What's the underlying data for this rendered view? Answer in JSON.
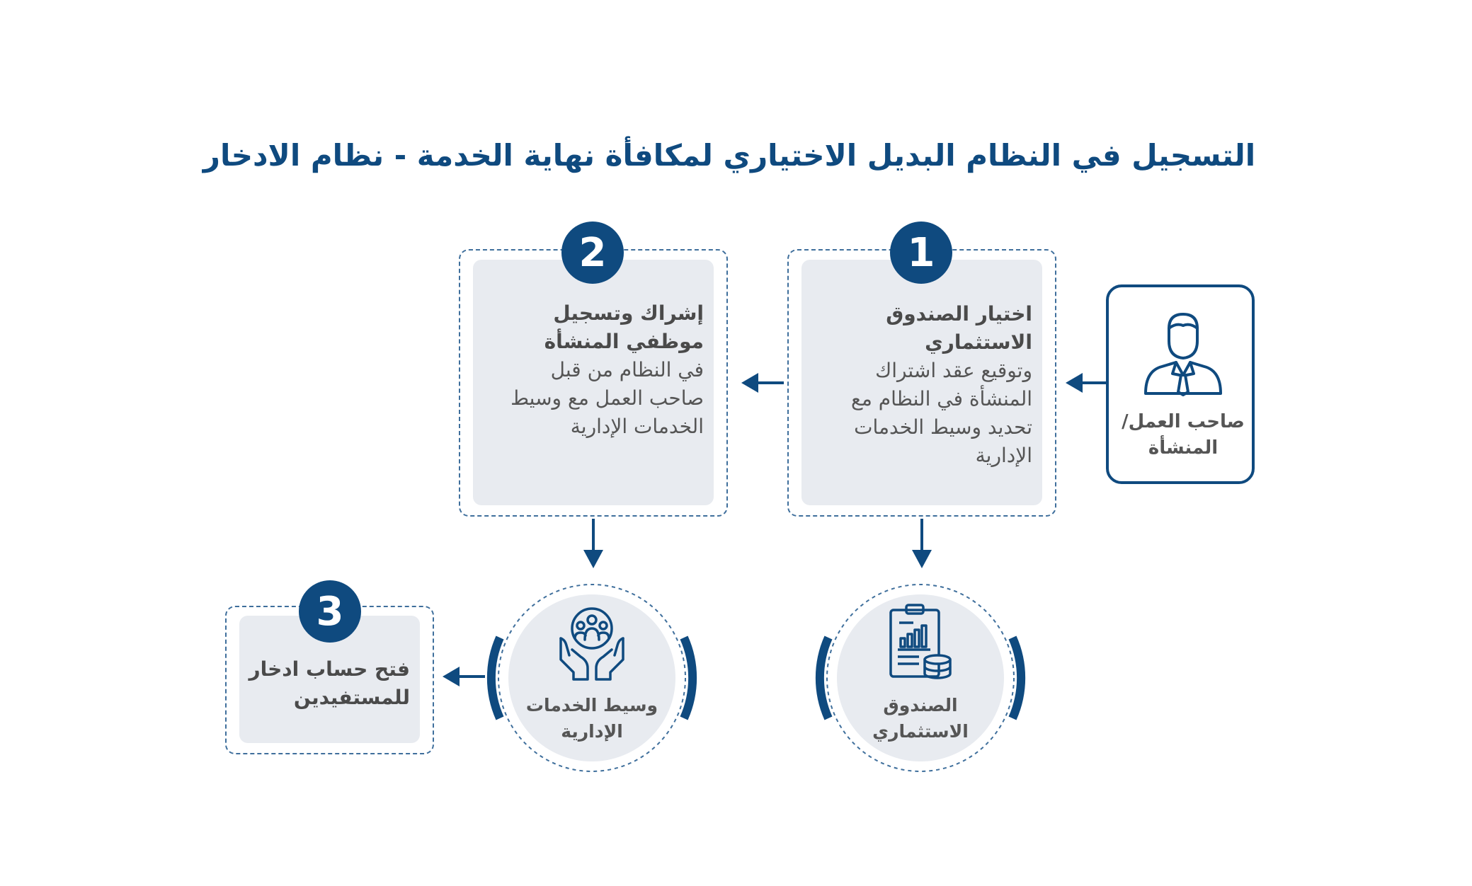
{
  "title": "التسجيل في النظام البديل الاختياري لمكافأة نهاية الخدمة  - نظام الادخار",
  "employer": {
    "label_line1": "صاحب العمل/",
    "label_line2": "المنشأة",
    "icon": "businessman-icon"
  },
  "steps": [
    {
      "number": "1",
      "heading_line1": "اختيار  الصندوق",
      "heading_line2": "الاستثماري",
      "body_line1": "وتوقيع عقد اشتراك",
      "body_line2": "المنشأة في النظام مع",
      "body_line3": "تحديد وسيط الخدمات",
      "body_line4": "الإدارية"
    },
    {
      "number": "2",
      "heading_line1": "إشراك وتسجيل",
      "heading_line2": "موظفي المنشأة",
      "body_line1": "في النظام من قبل",
      "body_line2": "صاحب العمل مع وسيط",
      "body_line3": "الخدمات الإدارية"
    },
    {
      "number": "3",
      "heading_line1": "فتح حساب ادخار",
      "heading_line2": "للمستفيدين"
    }
  ],
  "entities": [
    {
      "label_line1": "الصندوق",
      "label_line2": "الاستثماري",
      "icon": "investment-report-coins-icon"
    },
    {
      "label_line1": "وسيط الخدمات",
      "label_line2": "الإدارية",
      "icon": "hands-holding-people-icon"
    }
  ],
  "colors": {
    "primary": "#0f4a7f",
    "panel": "#e8ebf0",
    "text": "#555555"
  }
}
